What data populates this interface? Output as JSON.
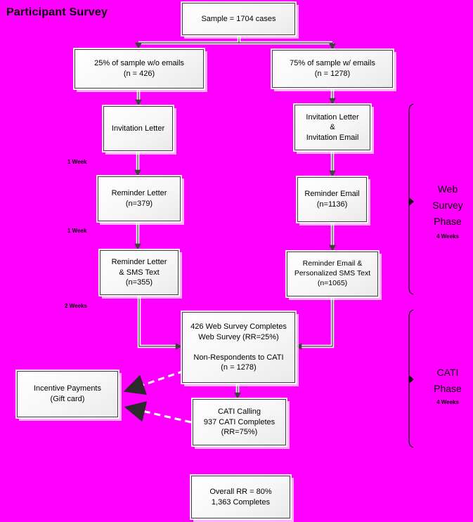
{
  "title": "Participant Survey",
  "colors": {
    "background": "#FF00FF",
    "box_fill": "#F5F5F5",
    "box_border": "#3F3F3F",
    "connector": "#595959",
    "bracket": "#111111",
    "text": "#000000"
  },
  "boxes": {
    "sample": {
      "text": "Sample = 1704 cases"
    },
    "no_emails": {
      "text": "25% of sample w/o emails\n(n = 426)"
    },
    "with_emails": {
      "text": "75% of sample w/ emails\n(n = 1278)"
    },
    "invitation_letter": {
      "text": "Invitation Letter"
    },
    "invitation_letter_email": {
      "text": "Invitation Letter\n&\nInvitation Email"
    },
    "reminder_letter": {
      "text": "Reminder Letter\n(n=379)"
    },
    "reminder_email": {
      "text": "Reminder Email\n(n=1136)"
    },
    "reminder_letter_sms": {
      "text": "Reminder Letter\n& SMS Text\n(n=355)"
    },
    "reminder_email_sms": {
      "text": "Reminder Email &\nPersonalized SMS Text\n(n=1065)"
    },
    "web_completes": {
      "text": "426 Web Survey Completes\nWeb Survey (RR=25%)\n\nNon-Respondents to CATI\n(n = 1278)"
    },
    "incentive": {
      "text": "Incentive Payments\n(Gift card)"
    },
    "cati_calling": {
      "text": "CATI Calling\n937 CATI Completes\n(RR=75%)"
    },
    "overall": {
      "text": "Overall RR = 80%\n1,363 Completes"
    }
  },
  "phases": {
    "web": {
      "label": "Web\nSurvey\nPhase",
      "duration": "4 Weeks"
    },
    "cati": {
      "label": "CATI\nPhase",
      "duration": "4 Weeks"
    }
  },
  "intervals": [
    "1 Week",
    "1 Week",
    "2 Weeks"
  ]
}
